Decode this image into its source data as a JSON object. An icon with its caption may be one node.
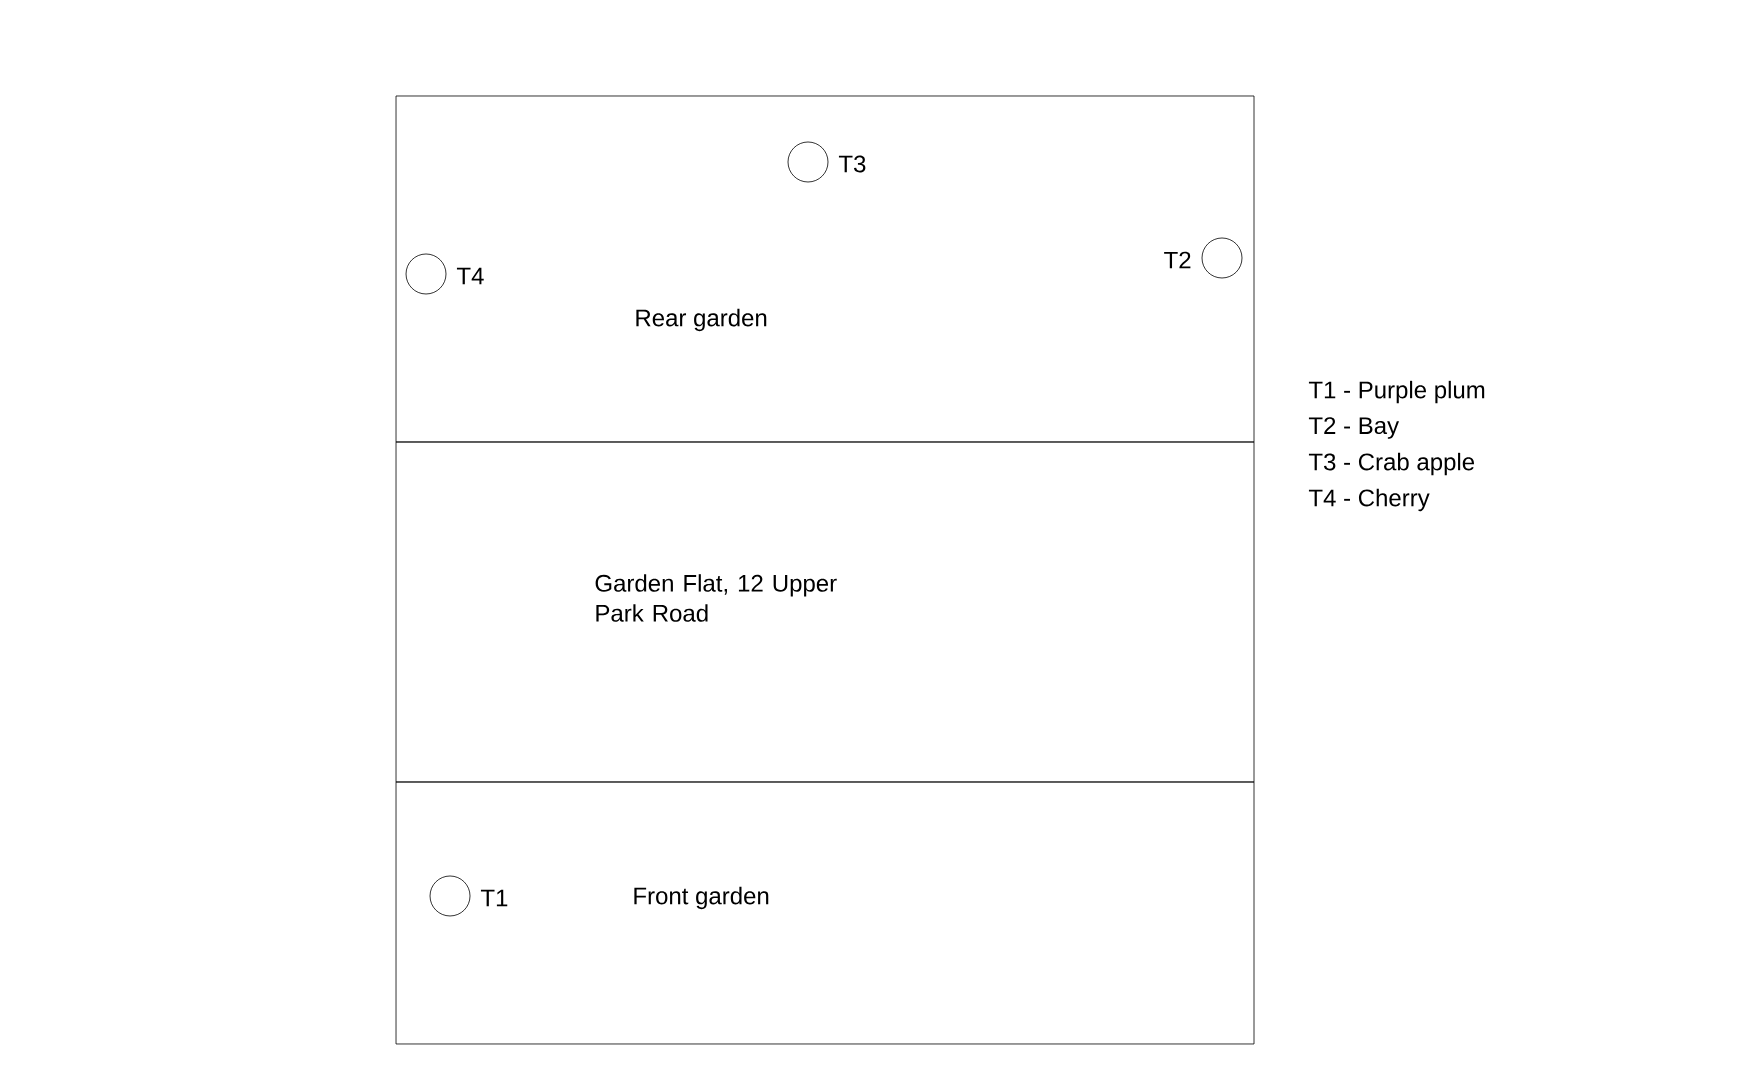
{
  "diagram": {
    "nodes": [
      {
        "text": [
          "Rear garden"
        ]
      },
      {
        "text": [],
        "shape": "circle",
        "in": 0,
        "beside": [
          "T3"
        ]
      },
      {
        "text": [],
        "shape": "circle",
        "in": 0,
        "beside": [
          "T2"
        ]
      },
      {
        "text": [],
        "shape": "circle",
        "in": 0,
        "beside": [
          "T4"
        ]
      },
      {
        "text": [
          "Garden Flat, 12 Upper Park Road"
        ]
      },
      {
        "text": [
          "Front garden"
        ]
      },
      {
        "text": [],
        "shape": "circle",
        "in": 5,
        "beside": [
          "T1"
        ]
      }
    ],
    "labels": [
      "T1 - Purple plum",
      "T2 - Bay",
      "T3 - Crab apple",
      "T4 - Cherry"
    ]
  }
}
